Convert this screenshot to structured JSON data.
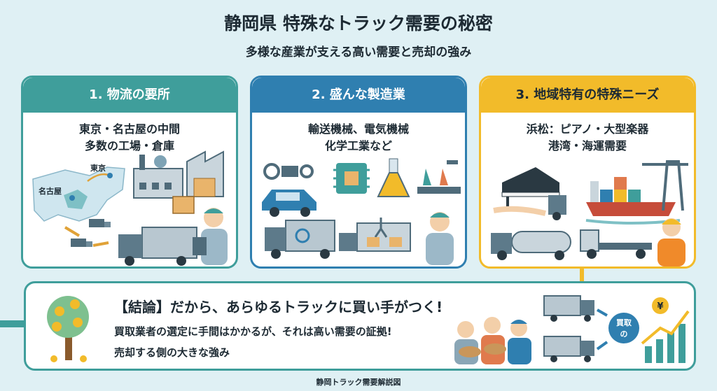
{
  "header": {
    "title": "静岡県 特殊なトラック需要の秘密",
    "subtitle": "多様な産業が支える高い需要と売却の強み"
  },
  "cards": [
    {
      "heading": "1. 物流の要所",
      "line1": "東京・名古屋の中間",
      "line2": "多数の工場・倉庫",
      "map_label_tokyo": "東京",
      "map_label_nagoya": "名古屋"
    },
    {
      "heading": "2. 盛んな製造業",
      "line1": "輸送機械、電気機械",
      "line2": "化学工業など"
    },
    {
      "heading": "3. 地域特有の特殊ニーズ",
      "line1": "浜松：ピアノ・大型楽器",
      "line2": "港湾・海運需要"
    }
  ],
  "conclusion": {
    "heading": "【結論】だから、あらゆるトラックに買い手がつく!",
    "line1": "買取業者の選定に手間はかかるが、それは高い需要の証拠!",
    "line2": "売却する側の大きな強み",
    "badge_line1": "買取",
    "badge_line2": "の",
    "yen": "¥"
  },
  "footer": "静岡トラック需要解説図",
  "colors": {
    "teal": "#3f9e9b",
    "blue": "#2f7fb0",
    "yellow": "#f2bb2a",
    "background": "#dff0f4"
  }
}
